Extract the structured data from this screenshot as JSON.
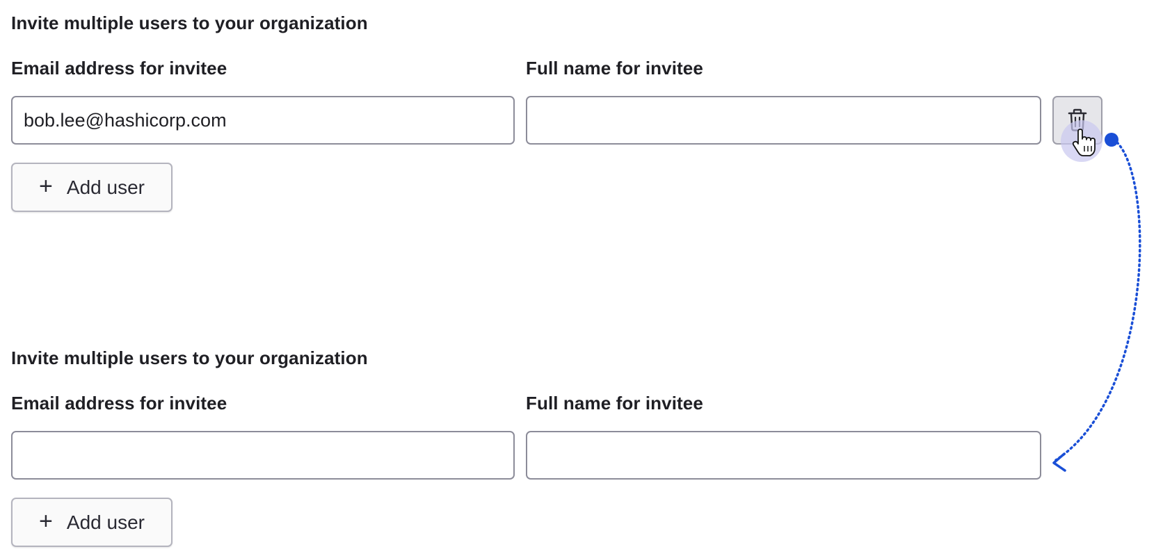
{
  "before": {
    "heading": "Invite multiple users to your organization",
    "email_label": "Email address for invitee",
    "name_label": "Full name for invitee",
    "email_value": "bob.lee@hashicorp.com",
    "name_value": "",
    "delete_icon": "trash-icon",
    "add_button": {
      "icon": "plus-icon",
      "glyph": "+",
      "label": "Add user"
    }
  },
  "after": {
    "heading": "Invite multiple users to your organization",
    "email_label": "Email address for invitee",
    "name_label": "Full name for invitee",
    "email_value": "",
    "name_value": "",
    "add_button": {
      "icon": "plus-icon",
      "glyph": "+",
      "label": "Add user"
    }
  },
  "annotation": {
    "cursor_icon": "hand-pointer-icon",
    "arrow": "dotted-curved-arrow",
    "accent_color": "#1a4fd6"
  }
}
